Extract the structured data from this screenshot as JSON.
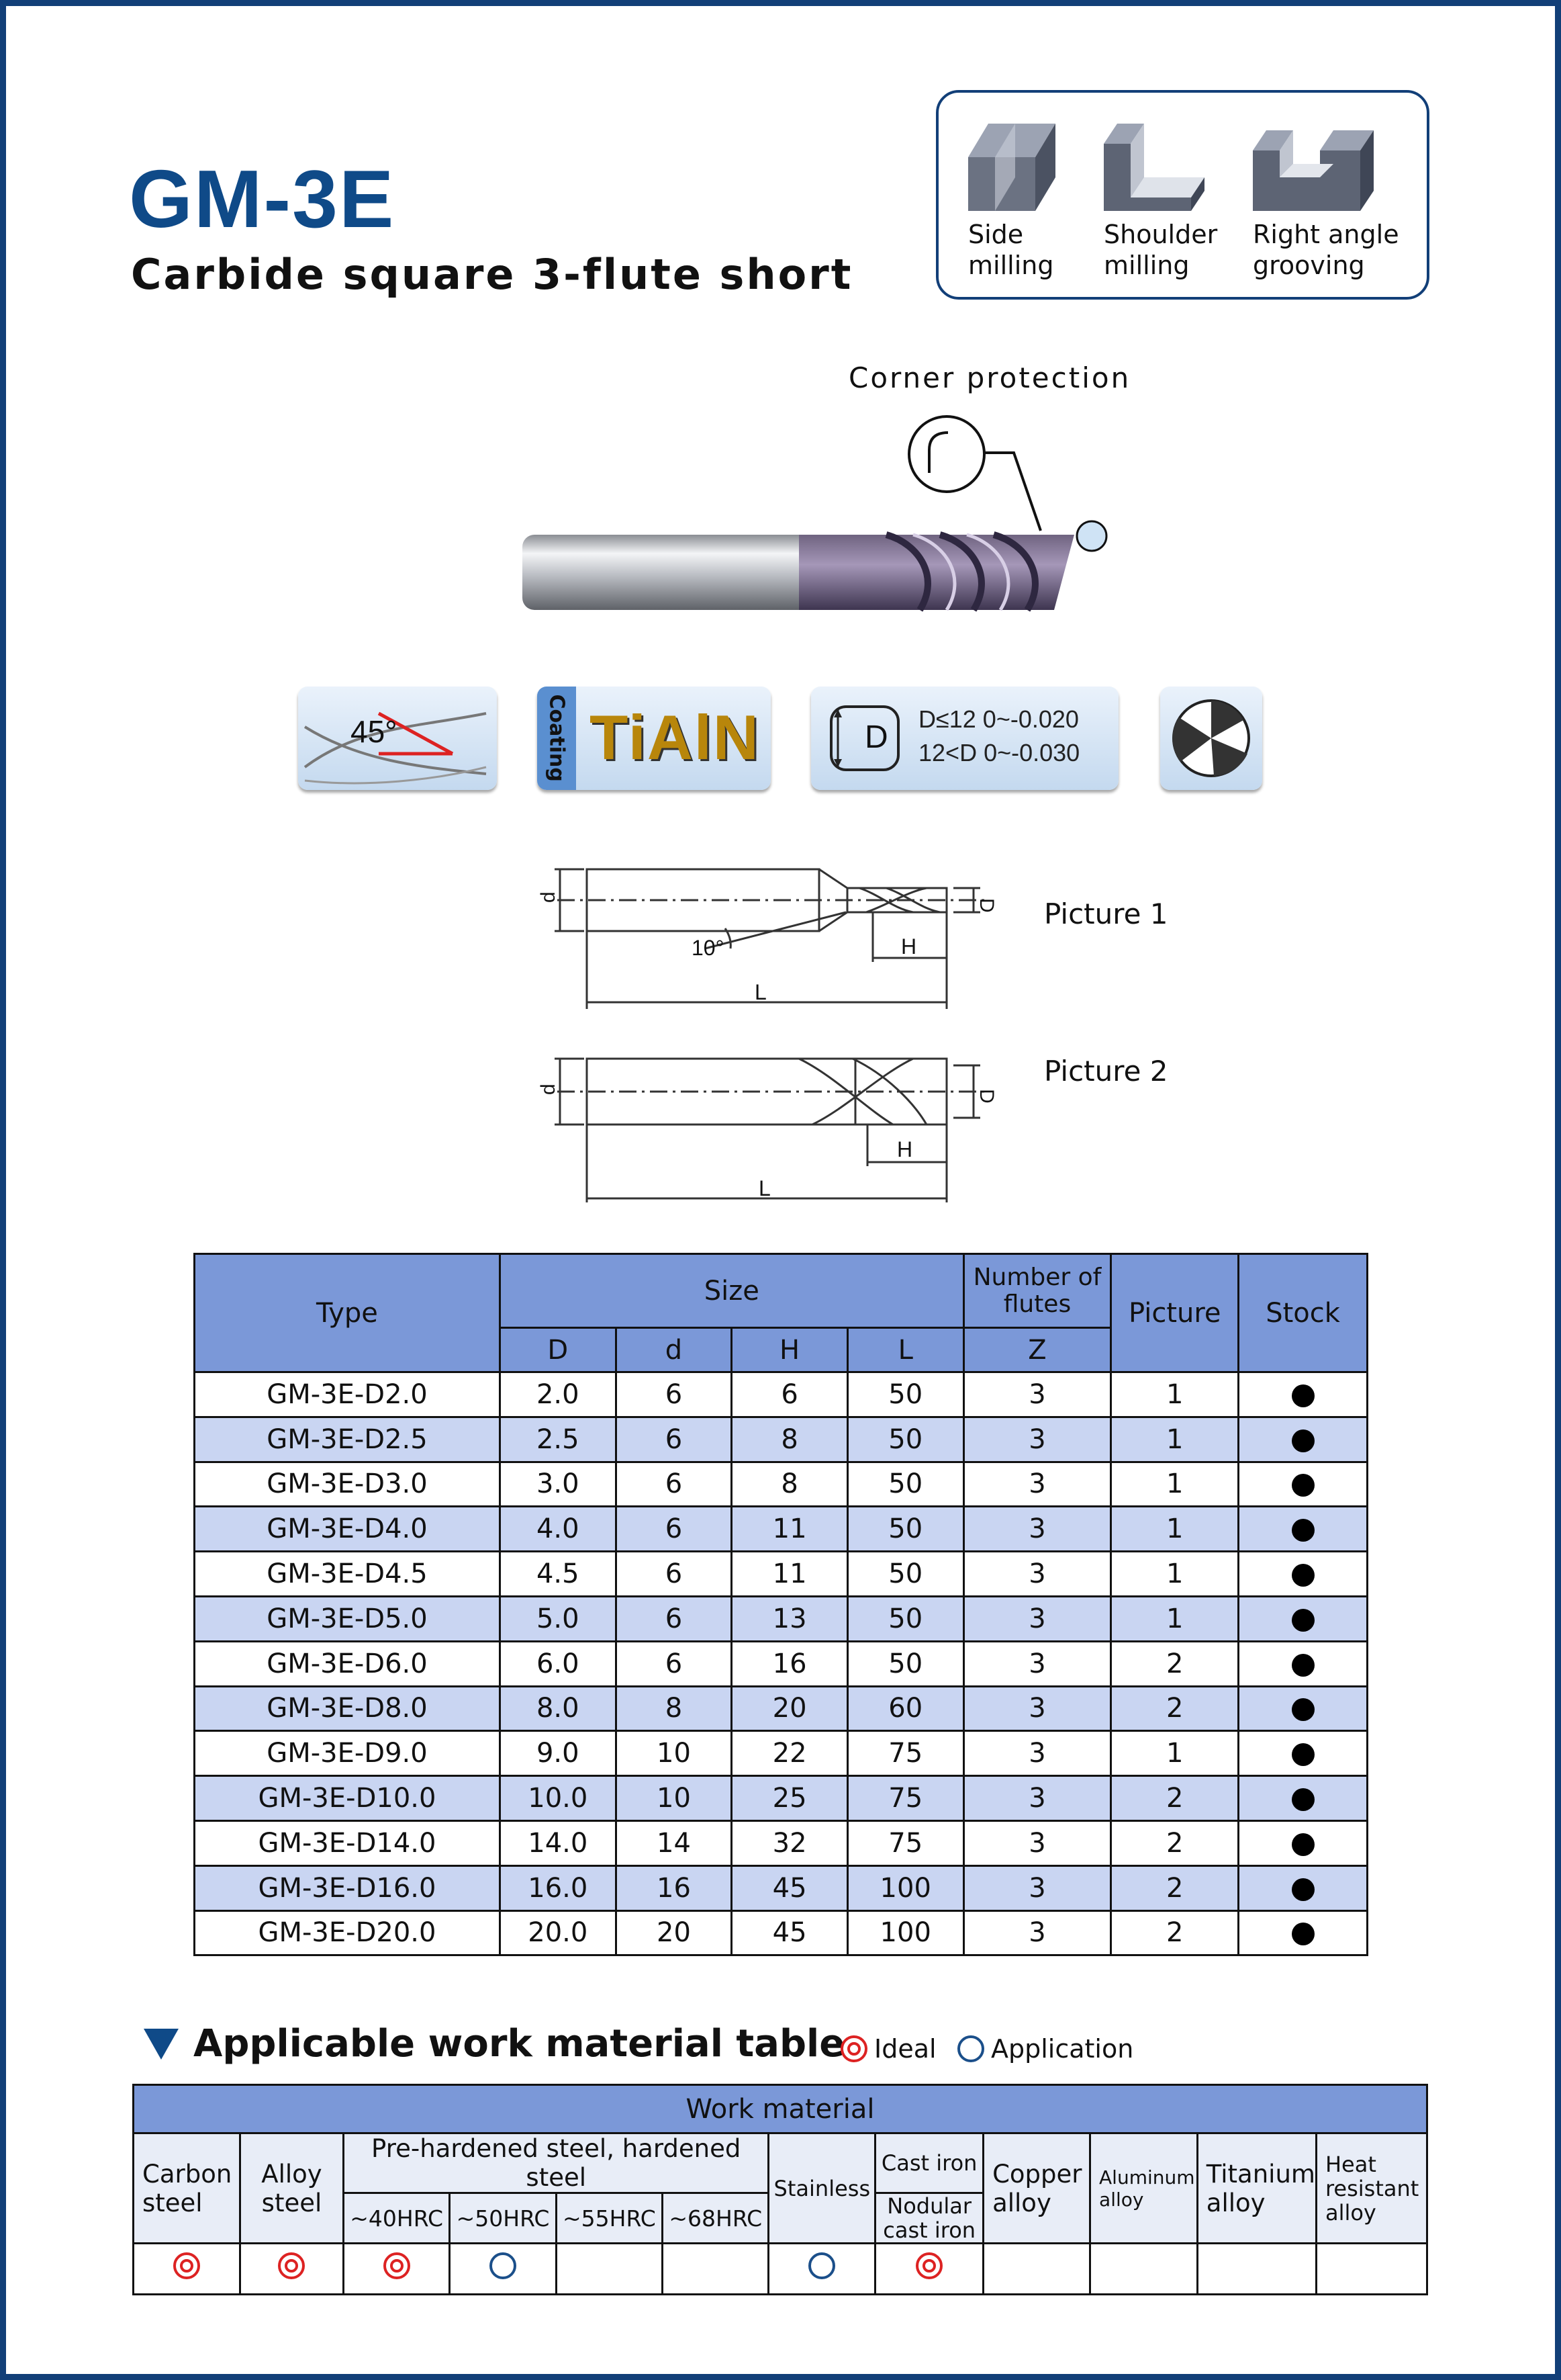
{
  "header": {
    "title": "GM-3E",
    "subtitle": "Carbide square 3-flute short"
  },
  "applications": [
    {
      "label": "Side\nmilling",
      "icon": "side-milling-icon"
    },
    {
      "label": "Shoulder\nmilling",
      "icon": "shoulder-milling-icon"
    },
    {
      "label": "Right angle\ngrooving",
      "icon": "right-angle-grooving-icon"
    }
  ],
  "corner_label": "Corner protection",
  "features": {
    "helix_angle": "45°",
    "coating_label": "Coating",
    "coating_name": "TiAlN",
    "tol_line1": "D≤12  0~-0.020",
    "tol_line2": "12<D  0~-0.030",
    "tol_symbol": "D"
  },
  "drawings": {
    "picture1": "Picture 1",
    "picture2": "Picture 2",
    "angle": "10°",
    "dim_d": "d",
    "dim_D": "D",
    "dim_H": "H",
    "dim_L": "L"
  },
  "spec_table": {
    "headers": {
      "type": "Type",
      "size": "Size",
      "flutes": "Number of flutes",
      "picture": "Picture",
      "stock": "Stock",
      "D": "D",
      "d": "d",
      "H": "H",
      "L": "L",
      "Z": "Z"
    },
    "rows": [
      {
        "type": "GM-3E-D2.0",
        "D": "2.0",
        "d": "6",
        "H": "6",
        "L": "50",
        "Z": "3",
        "pic": "1"
      },
      {
        "type": "GM-3E-D2.5",
        "D": "2.5",
        "d": "6",
        "H": "8",
        "L": "50",
        "Z": "3",
        "pic": "1"
      },
      {
        "type": "GM-3E-D3.0",
        "D": "3.0",
        "d": "6",
        "H": "8",
        "L": "50",
        "Z": "3",
        "pic": "1"
      },
      {
        "type": "GM-3E-D4.0",
        "D": "4.0",
        "d": "6",
        "H": "11",
        "L": "50",
        "Z": "3",
        "pic": "1"
      },
      {
        "type": "GM-3E-D4.5",
        "D": "4.5",
        "d": "6",
        "H": "11",
        "L": "50",
        "Z": "3",
        "pic": "1"
      },
      {
        "type": "GM-3E-D5.0",
        "D": "5.0",
        "d": "6",
        "H": "13",
        "L": "50",
        "Z": "3",
        "pic": "1"
      },
      {
        "type": "GM-3E-D6.0",
        "D": "6.0",
        "d": "6",
        "H": "16",
        "L": "50",
        "Z": "3",
        "pic": "2"
      },
      {
        "type": "GM-3E-D8.0",
        "D": "8.0",
        "d": "8",
        "H": "20",
        "L": "60",
        "Z": "3",
        "pic": "2"
      },
      {
        "type": "GM-3E-D9.0",
        "D": "9.0",
        "d": "10",
        "H": "22",
        "L": "75",
        "Z": "3",
        "pic": "1"
      },
      {
        "type": "GM-3E-D10.0",
        "D": "10.0",
        "d": "10",
        "H": "25",
        "L": "75",
        "Z": "3",
        "pic": "2"
      },
      {
        "type": "GM-3E-D14.0",
        "D": "14.0",
        "d": "14",
        "H": "32",
        "L": "75",
        "Z": "3",
        "pic": "2"
      },
      {
        "type": "GM-3E-D16.0",
        "D": "16.0",
        "d": "16",
        "H": "45",
        "L": "100",
        "Z": "3",
        "pic": "2"
      },
      {
        "type": "GM-3E-D20.0",
        "D": "20.0",
        "d": "20",
        "H": "45",
        "L": "100",
        "Z": "3",
        "pic": "2"
      }
    ]
  },
  "work_material": {
    "section_title": "Applicable work material table",
    "legend_ideal": "Ideal",
    "legend_application": "Application",
    "header": "Work material",
    "carbon_steel": "Carbon\nsteel",
    "alloy_steel": "Alloy\nsteel",
    "prehardened": "Pre-hardened steel, hardened steel",
    "hrc40": "~40HRC",
    "hrc50": "~50HRC",
    "hrc55": "~55HRC",
    "hrc68": "~68HRC",
    "stainless": "Stainless",
    "cast_iron": "Cast iron",
    "nodular": "Nodular\ncast iron",
    "copper": "Copper\nalloy",
    "aluminum": "Aluminum\nalloy",
    "titanium": "Titanium\nalloy",
    "heat_resistant": "Heat\nresistant\nalloy",
    "ratings": [
      "ideal",
      "ideal",
      "ideal",
      "application",
      "",
      "",
      "application",
      "ideal",
      "",
      "",
      "",
      ""
    ]
  }
}
